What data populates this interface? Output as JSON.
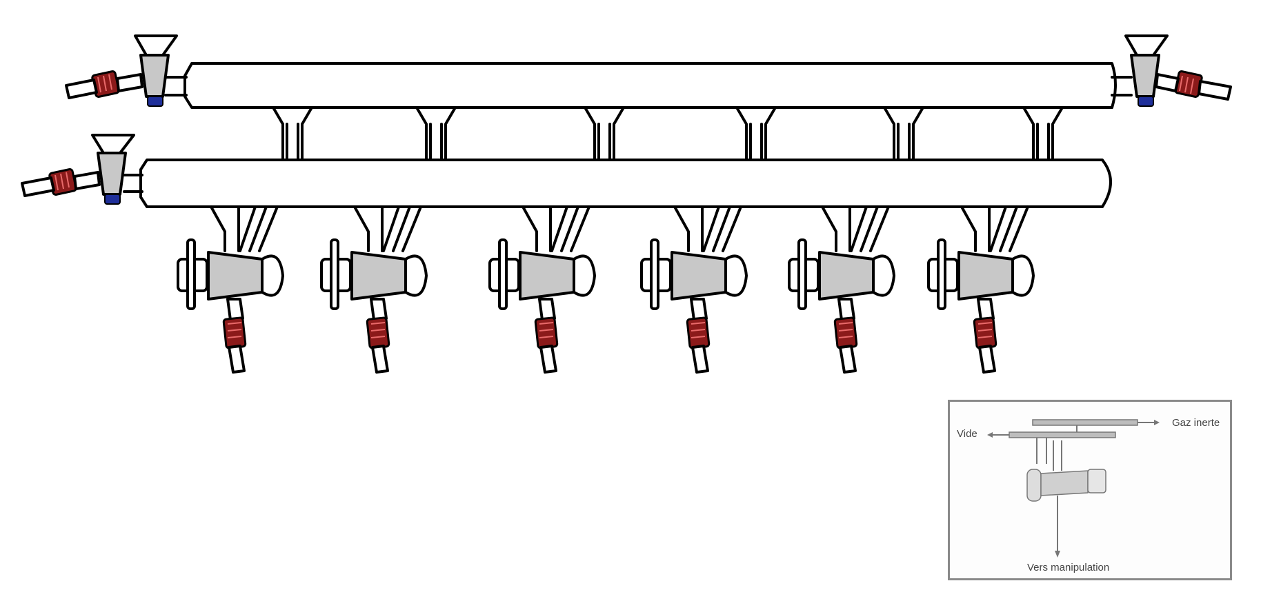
{
  "inset": {
    "label_vacuum": "Vide",
    "label_inert_gas": "Gaz inerte",
    "label_to_manipulation": "Vers manipulation"
  },
  "colors": {
    "tube_clip": "#8b1a1a",
    "tube_clip_ribs": "#e86a6a",
    "stopcock_plug": "#c8c8c8",
    "stopcock_foot": "#1f2f9a",
    "inset_border": "#8a8a8a",
    "inset_text": "#444444"
  },
  "icons": {
    "manifold_tap": "two-way-stopcock-icon",
    "end_valve": "end-stopcock-icon",
    "hose_connector": "hose-connector-icon"
  },
  "manifold": {
    "tap_count": 6
  }
}
